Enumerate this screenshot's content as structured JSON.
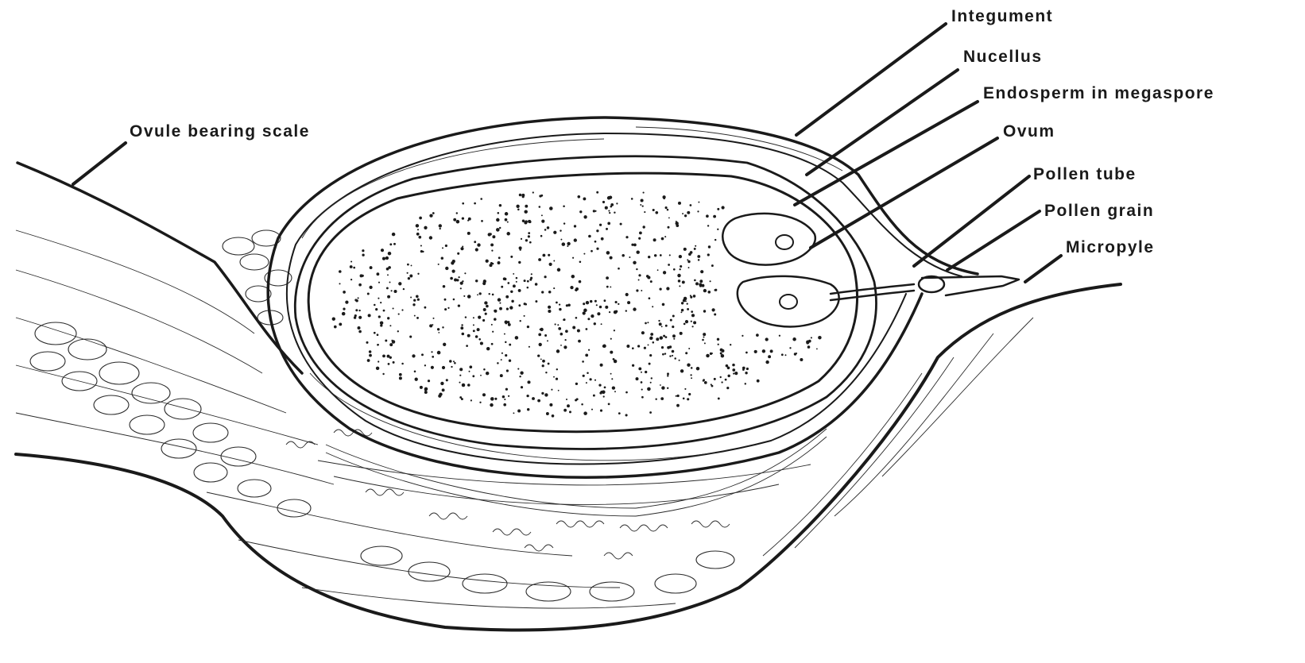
{
  "labels": {
    "integument": "Integument",
    "nucellus": "Nucellus",
    "endosperm": "Endosperm in megaspore",
    "ovum": "Ovum",
    "pollen_tube": "Pollen tube",
    "pollen_grain": "Pollen grain",
    "micropyle": "Micropyle",
    "ovule_bearing_scale": "Ovule bearing scale"
  },
  "colors": {
    "ink": "#1a1a1a",
    "paper": "#ffffff"
  }
}
